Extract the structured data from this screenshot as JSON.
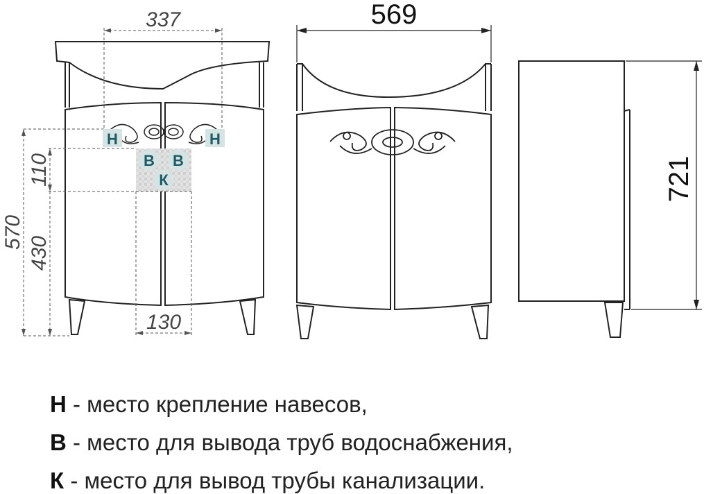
{
  "dimensions": {
    "top_337": "337",
    "width_569": "569",
    "height_721": "721",
    "left_570": "570",
    "left_110": "110",
    "left_430": "430",
    "bottom_130": "130"
  },
  "markers": {
    "n": "Н",
    "v": "В",
    "k": "К"
  },
  "legend": [
    {
      "letter": "Н",
      "text": " - место крепление навесов,"
    },
    {
      "letter": "В",
      "text": " - место для вывода труб водоснабжения,"
    },
    {
      "letter": "К",
      "text": " - место для вывод трубы канализации."
    }
  ],
  "colors": {
    "marker_text": "#1c5a66",
    "marker_bg": "#d6e3e3",
    "line": "#222222",
    "dim_line": "#555555"
  }
}
